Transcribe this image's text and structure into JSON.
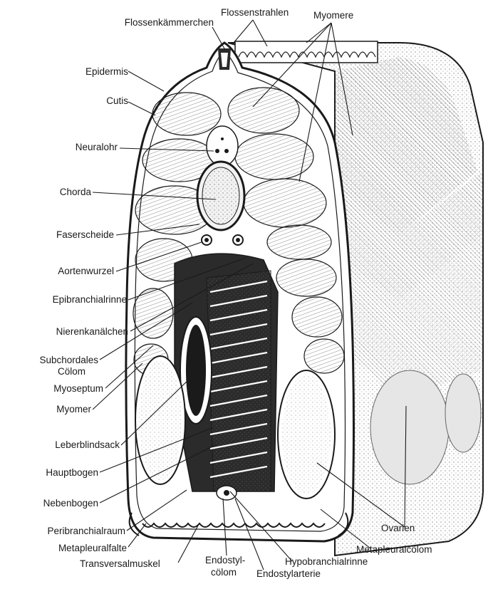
{
  "labels": {
    "flossenkammerchen": "Flossenkämmerchen",
    "flossenstrahlen": "Flossenstrahlen",
    "myomere": "Myomere",
    "epidermis": "Epidermis",
    "cutis": "Cutis",
    "neuralohr": "Neuralohr",
    "chorda": "Chorda",
    "faserscheide": "Faserscheide",
    "aortenwurzel": "Aortenwurzel",
    "epibranchialrinne": "Epibranchialrinne",
    "nierenkanalchen": "Nierenkanälchen",
    "subchordales": "Subchordales",
    "colom": "Cölom",
    "myoseptum": "Myoseptum",
    "myomer": "Myomer",
    "leberblindsack": "Leberblindsack",
    "hauptbogen": "Hauptbogen",
    "nebenbogen": "Nebenbogen",
    "peribranchialraum": "Peribranchialraum",
    "metapleuralfalte": "Metapleuralfalte",
    "transversalmuskel": "Transversalmuskel",
    "endostyl": "Endostyl-",
    "endostyl_colom": "cölom",
    "hypobranchialrinne": "Hypobranchialrinne",
    "endostylarterie": "Endostylarterie",
    "ovarien": "Ovarien",
    "metapleuralcolom": "Metapleuralcölom"
  },
  "colors": {
    "ink": "#1a1a1a",
    "stipple": "#c9c9c9",
    "dark_fill": "#2b2b2b",
    "paper": "#ffffff"
  }
}
